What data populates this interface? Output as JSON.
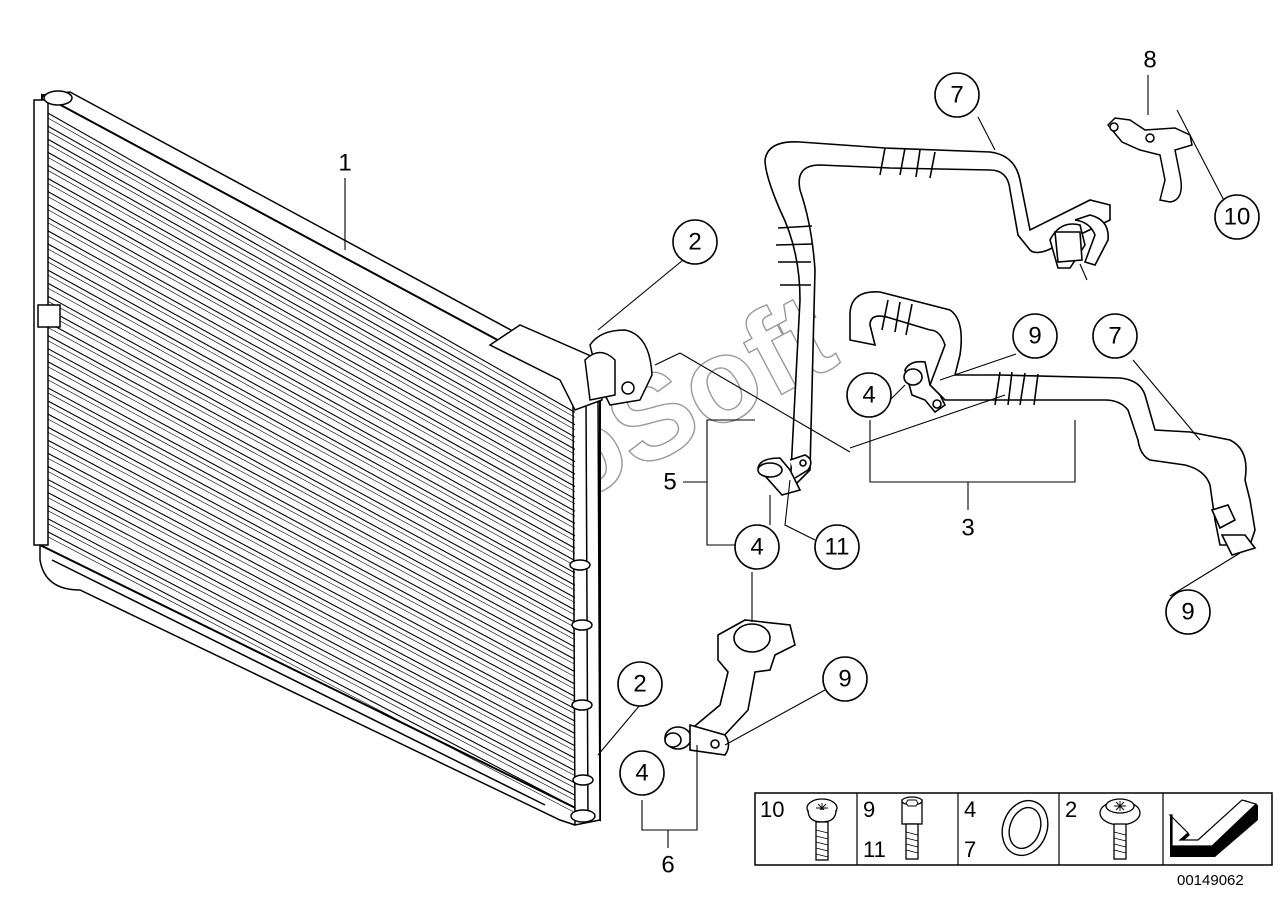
{
  "watermark": "AutoSoft",
  "doc_number": "00149062",
  "callouts": [
    {
      "id": "c7-top",
      "label": "7"
    },
    {
      "id": "c8",
      "label": "8"
    },
    {
      "id": "c10-top",
      "label": "10"
    },
    {
      "id": "c1",
      "label": "1"
    },
    {
      "id": "c2-top",
      "label": "2"
    },
    {
      "id": "c9-mid",
      "label": "9"
    },
    {
      "id": "c7-mid",
      "label": "7"
    },
    {
      "id": "c4-mid",
      "label": "4"
    },
    {
      "id": "c5",
      "label": "5"
    },
    {
      "id": "c3",
      "label": "3"
    },
    {
      "id": "c4-low",
      "label": "4"
    },
    {
      "id": "c11",
      "label": "11"
    },
    {
      "id": "c9-right",
      "label": "9"
    },
    {
      "id": "c2-low",
      "label": "2"
    },
    {
      "id": "c9-low",
      "label": "9"
    },
    {
      "id": "c4-bottom",
      "label": "4"
    },
    {
      "id": "c6",
      "label": "6"
    }
  ],
  "legend": [
    {
      "top": "10",
      "bottom": "",
      "part": "torx-bolt"
    },
    {
      "top": "9",
      "bottom": "11",
      "part": "hex-socket-bolt"
    },
    {
      "top": "4",
      "bottom": "7",
      "part": "seal-ring"
    },
    {
      "top": "2",
      "bottom": "",
      "part": "flange-bolt"
    },
    {
      "top": "",
      "bottom": "",
      "part": "arrow-icon"
    }
  ]
}
